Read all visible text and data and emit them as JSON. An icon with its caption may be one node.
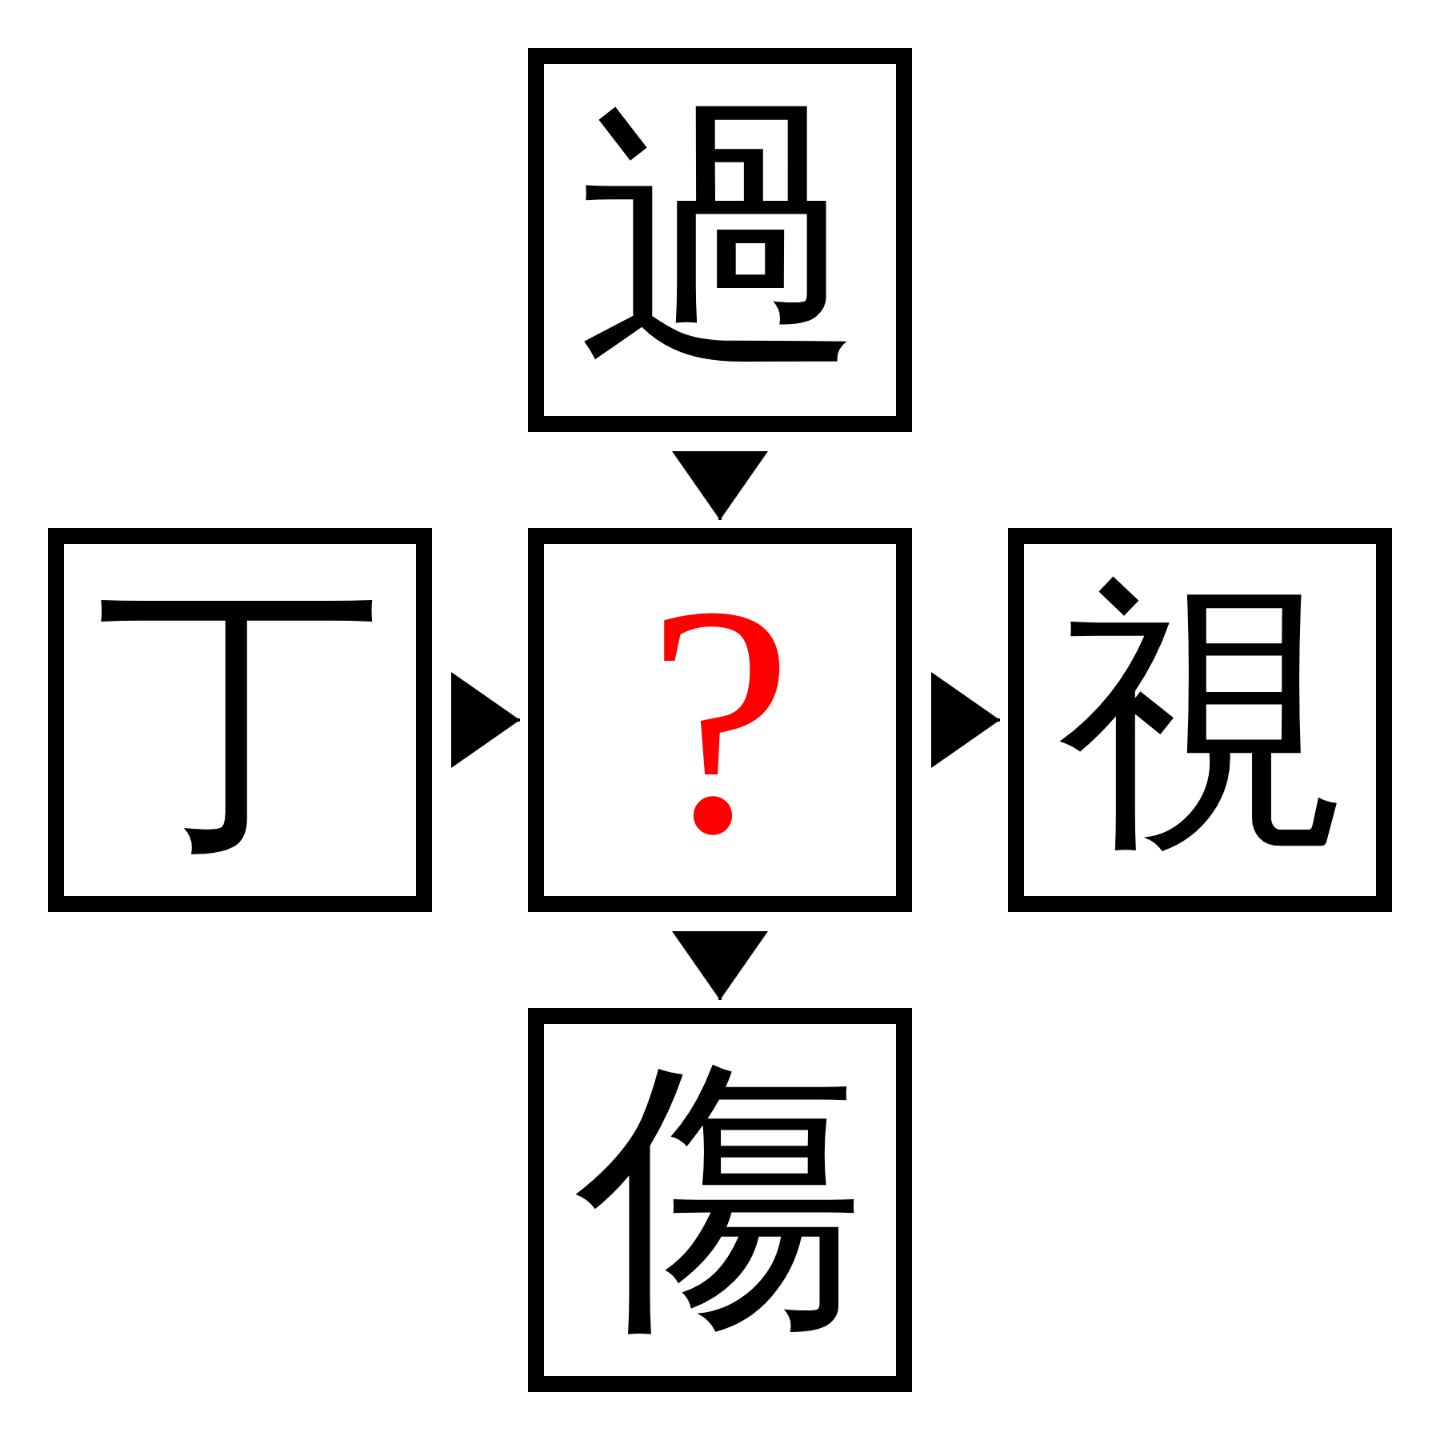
{
  "diagram": {
    "nodes": [
      {
        "text": [
          "過"
        ]
      },
      {
        "text": [
          "丁"
        ]
      },
      {
        "text": [
          "?"
        ]
      },
      {
        "text": [
          "視"
        ]
      },
      {
        "text": [
          "傷"
        ]
      }
    ],
    "edges": [
      {
        "from": 0,
        "to": 2,
        "arrow": "to"
      },
      {
        "from": 1,
        "to": 2,
        "arrow": "to"
      },
      {
        "from": 2,
        "to": 3,
        "arrow": "to"
      },
      {
        "from": 2,
        "to": 4,
        "arrow": "to"
      }
    ]
  }
}
